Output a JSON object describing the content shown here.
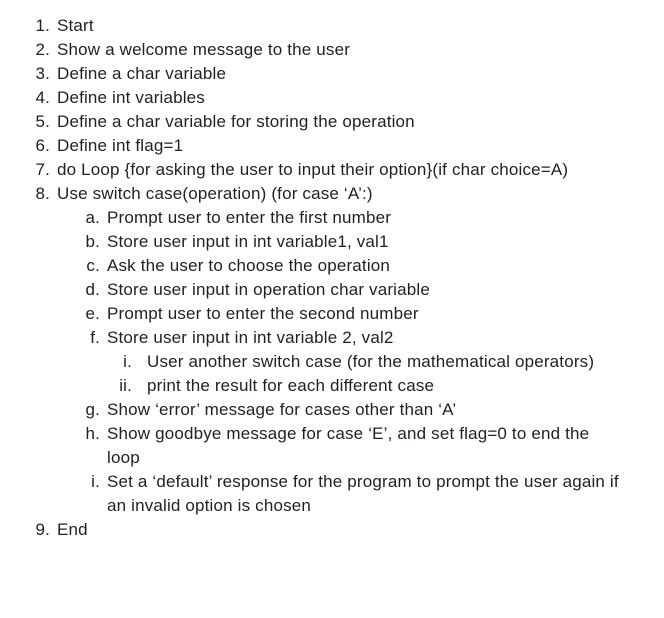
{
  "document": {
    "background_color": "#ffffff",
    "text_color": "#231f20",
    "items": [
      {
        "level": 1,
        "marker": "1.",
        "text": "Start"
      },
      {
        "level": 1,
        "marker": "2.",
        "text": "Show a welcome message to the user"
      },
      {
        "level": 1,
        "marker": "3.",
        "text": "Define a char variable"
      },
      {
        "level": 1,
        "marker": "4.",
        "text": "Define int variables"
      },
      {
        "level": 1,
        "marker": "5.",
        "text": "Define a char variable for storing the operation"
      },
      {
        "level": 1,
        "marker": "6.",
        "text": "Define int flag=1"
      },
      {
        "level": 1,
        "marker": "7.",
        "text": "do Loop {for asking the user to input their option}(if char choice=A)"
      },
      {
        "level": 1,
        "marker": "8.",
        "text": "Use switch case(operation) (for case ‘A’:)"
      },
      {
        "level": 2,
        "marker": "a.",
        "text": "Prompt user to enter the first number"
      },
      {
        "level": 2,
        "marker": "b.",
        "text": "Store user input in int variable1, val1"
      },
      {
        "level": 2,
        "marker": "c.",
        "text": "Ask the user to choose the operation"
      },
      {
        "level": 2,
        "marker": "d.",
        "text": "Store user input in operation char variable"
      },
      {
        "level": 2,
        "marker": "e.",
        "text": "Prompt user to enter the second number"
      },
      {
        "level": 2,
        "marker": "f.",
        "text": "Store user input in int variable 2, val2"
      },
      {
        "level": 3,
        "marker": "i.",
        "text": "User another switch case (for the mathematical operators)"
      },
      {
        "level": 3,
        "marker": "ii.",
        "text": "print the result for each different case"
      },
      {
        "level": 2,
        "marker": "g.",
        "text": "Show ‘error’ message for cases other than ‘A’"
      },
      {
        "level": 2,
        "marker": "h.",
        "text": "Show goodbye message for case ‘E’, and set flag=0 to end the loop"
      },
      {
        "level": 2,
        "marker": "i.",
        "text": "Set a ‘default’ response for the program to prompt the user again if an invalid option is chosen"
      },
      {
        "level": 1,
        "marker": "9.",
        "text": "End"
      }
    ]
  }
}
